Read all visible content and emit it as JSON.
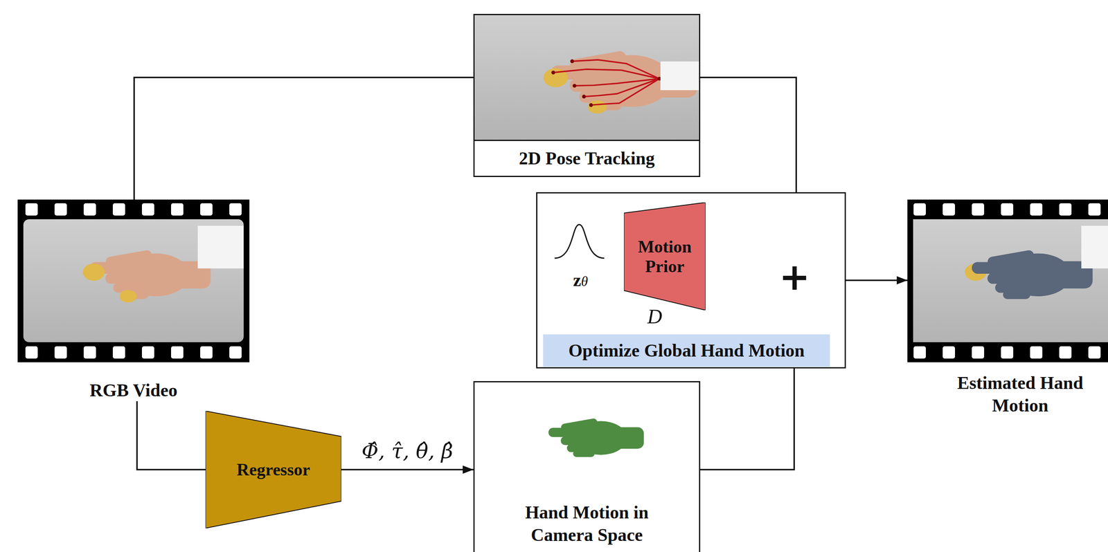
{
  "diagram": {
    "nodes": [
      {
        "text": [
          "2D Pose Tracking"
        ]
      },
      {
        "text": [
          "RGB Video"
        ]
      },
      {
        "text": [
          "Optimize Global Hand Motion"
        ]
      },
      {
        "text": [
          "Motion Prior"
        ],
        "in": 2
      },
      {
        "text": [
          "Estimated Hand Motion"
        ]
      },
      {
        "text": [
          "Regressor"
        ]
      },
      {
        "text": [
          "Hand Motion in Camera Space"
        ]
      }
    ],
    "edges": [
      {
        "from": 1,
        "to": 0,
        "arrow": "none"
      },
      {
        "from": 0,
        "to": 2,
        "arrow": "none"
      },
      {
        "from": 1,
        "to": 5,
        "arrow": "none"
      },
      {
        "from": 5,
        "to": 6,
        "label": "Φ̂, τ̂, θ̂, β̂",
        "arrow": "to"
      },
      {
        "from": 6,
        "to": 2,
        "arrow": "none"
      },
      {
        "from": 2,
        "to": 4,
        "arrow": "to"
      }
    ],
    "labels": [
      "zθ",
      "D",
      "+"
    ]
  }
}
